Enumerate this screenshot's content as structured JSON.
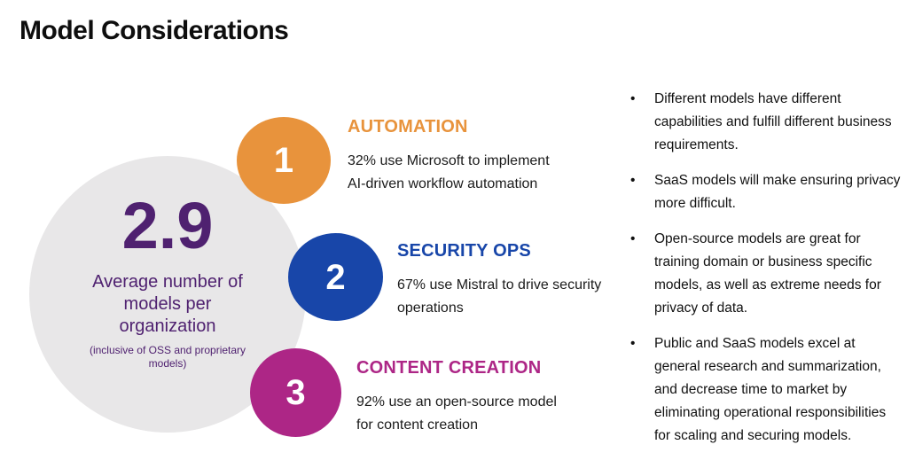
{
  "slide": {
    "title": "Model Considerations"
  },
  "stat_circle": {
    "value": "2.9",
    "label": "Average number of\nmodels per\norganization",
    "sublabel": "(inclusive of OSS and proprietary\nmodels)",
    "bg_color": "#e8e7e8",
    "text_color": "#4f2170"
  },
  "steps": [
    {
      "number": "1",
      "title": "AUTOMATION",
      "description": "32% use Microsoft to implement\nAI-driven workflow automation",
      "color": "#e8933c"
    },
    {
      "number": "2",
      "title": "SECURITY OPS",
      "description": "67% use Mistral to drive security\noperations",
      "color": "#1846a9"
    },
    {
      "number": "3",
      "title": "CONTENT CREATION",
      "description": "92% use an open-source model\nfor content creation",
      "color": "#ad2686"
    }
  ],
  "bullet_marker": "•",
  "bullets": [
    "Different models have different capabilities and fulfill different business requirements.",
    "SaaS models will make ensuring privacy more difficult.",
    "Open-source models are great for training domain or business specific models, as well as extreme needs for privacy of data.",
    "Public and SaaS models excel at general research and summarization, and decrease time to market by eliminating operational responsibilities for scaling and securing models."
  ]
}
